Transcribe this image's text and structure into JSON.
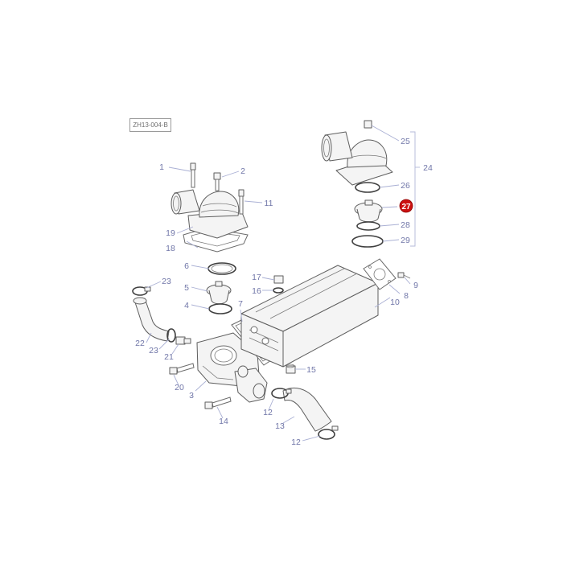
{
  "diagram": {
    "reference_code": "ZH13-004-B",
    "highlight_color": "#cc1111",
    "callout_color": "#7076a8",
    "highlighted_part": "27",
    "callouts": [
      {
        "id": "c1",
        "label": "1"
      },
      {
        "id": "c2",
        "label": "2"
      },
      {
        "id": "c11",
        "label": "11"
      },
      {
        "id": "c19",
        "label": "19"
      },
      {
        "id": "c18",
        "label": "18"
      },
      {
        "id": "c6",
        "label": "6"
      },
      {
        "id": "c5",
        "label": "5"
      },
      {
        "id": "c4",
        "label": "4"
      },
      {
        "id": "c23a",
        "label": "23"
      },
      {
        "id": "c22",
        "label": "22"
      },
      {
        "id": "c23b",
        "label": "23"
      },
      {
        "id": "c21",
        "label": "21"
      },
      {
        "id": "c20",
        "label": "20"
      },
      {
        "id": "c3",
        "label": "3"
      },
      {
        "id": "c14",
        "label": "14"
      },
      {
        "id": "c7",
        "label": "7"
      },
      {
        "id": "c17",
        "label": "17"
      },
      {
        "id": "c16",
        "label": "16"
      },
      {
        "id": "c15",
        "label": "15"
      },
      {
        "id": "c12a",
        "label": "12"
      },
      {
        "id": "c13",
        "label": "13"
      },
      {
        "id": "c12b",
        "label": "12"
      },
      {
        "id": "c10",
        "label": "10"
      },
      {
        "id": "c8",
        "label": "8"
      },
      {
        "id": "c9",
        "label": "9"
      },
      {
        "id": "c25",
        "label": "25"
      },
      {
        "id": "c24",
        "label": "24"
      },
      {
        "id": "c26",
        "label": "26"
      },
      {
        "id": "c27",
        "label": "27"
      },
      {
        "id": "c28",
        "label": "28"
      },
      {
        "id": "c29",
        "label": "29"
      }
    ]
  }
}
